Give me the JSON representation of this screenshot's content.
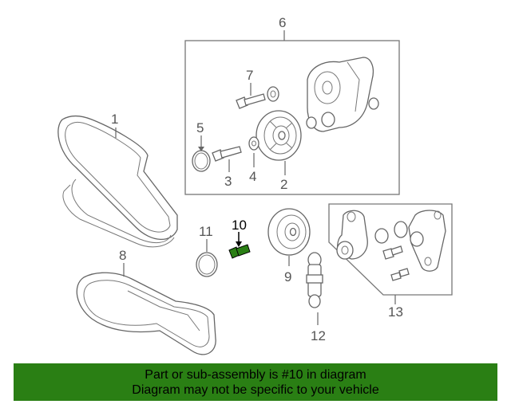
{
  "callouts": {
    "c1": "1",
    "c2": "2",
    "c3": "3",
    "c4": "4",
    "c5": "5",
    "c6": "6",
    "c7": "7",
    "c8": "8",
    "c9": "9",
    "c10": "10",
    "c11": "11",
    "c12": "12",
    "c13": "13"
  },
  "highlight_color": "#2a7f14",
  "banner": {
    "line1": "Part or sub-assembly is #10 in diagram",
    "line2": "Diagram may not be specific to your vehicle",
    "background": "#2a7f14"
  }
}
